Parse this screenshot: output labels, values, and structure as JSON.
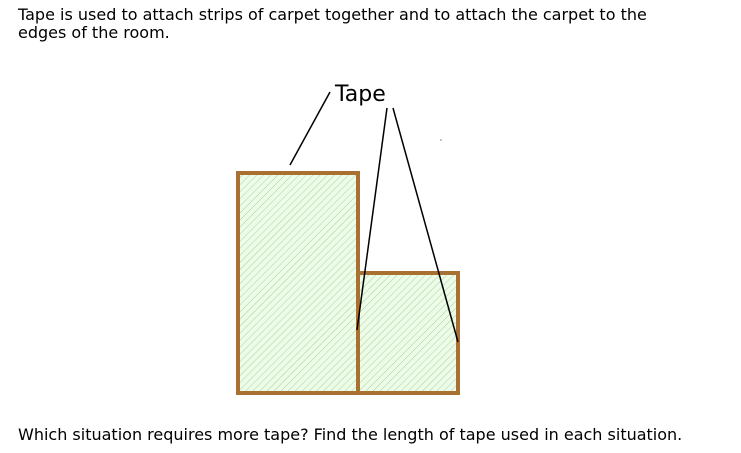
{
  "intro": {
    "line1": "Tape is used to attach strips of carpet together and to attach the carpet to the",
    "line2": "edges of the room."
  },
  "diagram": {
    "tape_label": "Tape",
    "colors": {
      "carpet_fill": "#eefbe8",
      "hatch": "#9fd79a",
      "border": "#a87132",
      "pointer": "#000000"
    }
  },
  "question": "Which situation requires more tape? Find the length of tape used in each situation."
}
